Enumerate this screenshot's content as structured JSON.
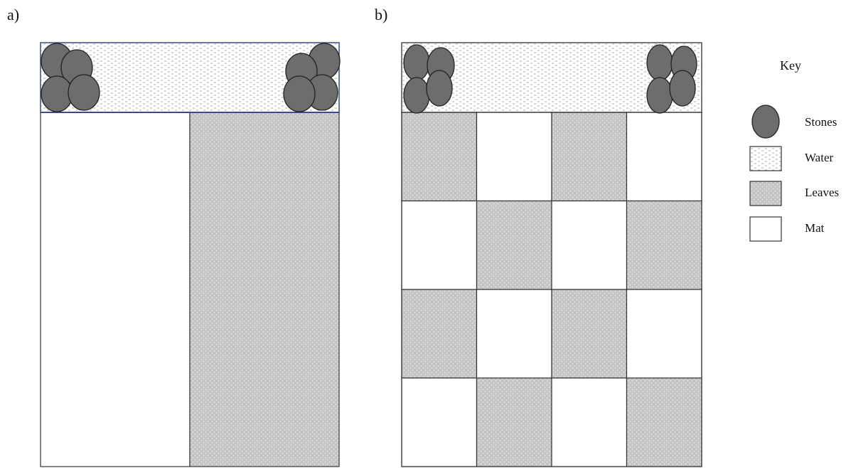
{
  "panels": [
    {
      "label": "a)",
      "pattern": "halves",
      "columns": [
        "mat",
        "leaves"
      ]
    },
    {
      "label": "b)",
      "pattern": "checkerboard",
      "rows": 4,
      "columns": 4,
      "first_cell": "leaves"
    }
  ],
  "key": {
    "title": "Key",
    "items": [
      {
        "name": "stones",
        "label": "Stones"
      },
      {
        "name": "water",
        "label": "Water"
      },
      {
        "name": "leaves",
        "label": "Leaves"
      },
      {
        "name": "mat",
        "label": "Mat"
      }
    ]
  },
  "colors": {
    "stone_fill": "#6d6d6d",
    "leaves_fill": "#c4c4c4",
    "water_fill": "#ffffff",
    "mat_fill": "#ffffff",
    "border": "#333333",
    "water_border": "#3a4a8a"
  }
}
